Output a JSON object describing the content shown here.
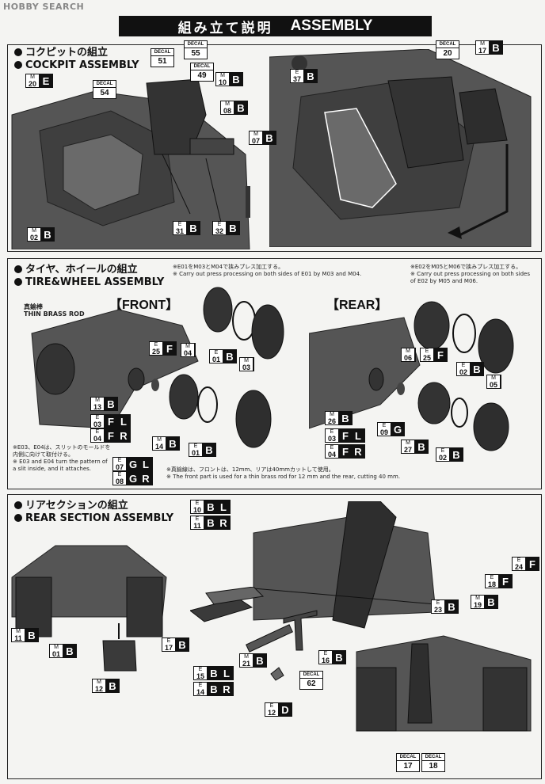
{
  "watermark": "HOBBY SEARCH",
  "header": {
    "title_jp": "組み立て説明",
    "title_en": "ASSEMBLY"
  },
  "cockpit": {
    "title_jp": "コクピットの組立",
    "title_en": "COCKPIT ASSEMBLY",
    "parts": [
      {
        "prefix": "M",
        "num": "20",
        "letter": "E"
      },
      {
        "prefix": "M",
        "num": "10",
        "letter": "B"
      },
      {
        "prefix": "M",
        "num": "08",
        "letter": "B"
      },
      {
        "prefix": "M",
        "num": "07",
        "letter": "B"
      },
      {
        "prefix": "M",
        "num": "02",
        "letter": "B"
      },
      {
        "prefix": "E",
        "num": "31",
        "letter": "B"
      },
      {
        "prefix": "E",
        "num": "32",
        "letter": "B"
      },
      {
        "prefix": "E",
        "num": "37",
        "letter": "B"
      },
      {
        "prefix": "M",
        "num": "17",
        "letter": "B"
      }
    ],
    "decals": [
      {
        "label": "DECAL",
        "num": "51"
      },
      {
        "label": "DECAL",
        "num": "55"
      },
      {
        "label": "DECAL",
        "num": "49"
      },
      {
        "label": "DECAL",
        "num": "54"
      },
      {
        "label": "DECAL",
        "num": "20"
      }
    ]
  },
  "tire": {
    "title_jp": "タイヤ、ホイールの組立",
    "title_en": "TIRE&WHEEL ASSEMBLY",
    "front_label": "【FRONT】",
    "rear_label": "【REAR】",
    "brass_jp": "真鍮棒",
    "brass_en": "THIN BRASS ROD",
    "note_front_jp": "※E01をM03とM04で挟みプレス加工する。",
    "note_front_en": "※ Carry out press processing on both sides of E01 by M03 and M04.",
    "note_rear_jp": "※E02をM05とM06で挟みプレス加工する。",
    "note_rear_en1": "※ Carry out press processing on both sides",
    "note_rear_en2": "of E02 by M05 and M06.",
    "note_slit_jp1": "※E03、E04は、スリットのモールドを",
    "note_slit_jp2": "内側に向けて取付ける。",
    "note_slit_en1": "※ E03 and E04 turn the pattern of",
    "note_slit_en2": "a slit inside, and it attaches.",
    "note_rod_jp": "※真鍮線は、フロントは、12mm、リアは40mmカットして使用。",
    "note_rod_en": "※ The front part is used for a thin brass rod for 12 mm and the rear, cutting 40 mm.",
    "parts": [
      {
        "prefix": "E",
        "num": "25",
        "letter": "F"
      },
      {
        "prefix": "M",
        "num": "04",
        "letter": ""
      },
      {
        "prefix": "E",
        "num": "01",
        "letter": "B"
      },
      {
        "prefix": "M",
        "num": "03",
        "letter": ""
      },
      {
        "prefix": "M",
        "num": "13",
        "letter": "B"
      },
      {
        "prefix": "E",
        "num": "03",
        "letter": "F"
      },
      {
        "prefix": "E",
        "num": "04",
        "letter": "F"
      },
      {
        "prefix": "M",
        "num": "14",
        "letter": "B"
      },
      {
        "prefix": "E",
        "num": "01",
        "letter": "B"
      },
      {
        "prefix": "E",
        "num": "07",
        "letter": "G"
      },
      {
        "prefix": "E",
        "num": "08",
        "letter": "G"
      },
      {
        "prefix": "M",
        "num": "06",
        "letter": ""
      },
      {
        "prefix": "E",
        "num": "25",
        "letter": "F"
      },
      {
        "prefix": "E",
        "num": "02",
        "letter": "B"
      },
      {
        "prefix": "M",
        "num": "05",
        "letter": ""
      },
      {
        "prefix": "M",
        "num": "26",
        "letter": "B"
      },
      {
        "prefix": "E",
        "num": "09",
        "letter": "G"
      },
      {
        "prefix": "E",
        "num": "03",
        "letter": "F"
      },
      {
        "prefix": "E",
        "num": "04",
        "letter": "F"
      },
      {
        "prefix": "M",
        "num": "27",
        "letter": "B"
      },
      {
        "prefix": "E",
        "num": "02",
        "letter": "B"
      }
    ],
    "extra_letters": {
      "l1": "L",
      "r1": "R",
      "l2": "L",
      "r2": "R",
      "l3": "L",
      "r3": "R"
    }
  },
  "rear": {
    "title_jp": "リアセクションの組立",
    "title_en": "REAR SECTION ASSEMBLY",
    "parts": [
      {
        "prefix": "E",
        "num": "10",
        "letter": "B"
      },
      {
        "prefix": "E",
        "num": "11",
        "letter": "B"
      },
      {
        "prefix": "M",
        "num": "11",
        "letter": "B"
      },
      {
        "prefix": "M",
        "num": "01",
        "letter": "B"
      },
      {
        "prefix": "M",
        "num": "12",
        "letter": "B"
      },
      {
        "prefix": "E",
        "num": "17",
        "letter": "B"
      },
      {
        "prefix": "M",
        "num": "21",
        "letter": "B"
      },
      {
        "prefix": "E",
        "num": "16",
        "letter": "B"
      },
      {
        "prefix": "E",
        "num": "15",
        "letter": "B"
      },
      {
        "prefix": "E",
        "num": "14",
        "letter": "B"
      },
      {
        "prefix": "E",
        "num": "12",
        "letter": "D"
      },
      {
        "prefix": "E",
        "num": "23",
        "letter": "B"
      },
      {
        "prefix": "M",
        "num": "19",
        "letter": "B"
      },
      {
        "prefix": "E",
        "num": "18",
        "letter": "F"
      },
      {
        "prefix": "E",
        "num": "24",
        "letter": "F"
      }
    ],
    "extra_letters": {
      "l1": "L",
      "r1": "R",
      "l2": "L",
      "r2": "R"
    },
    "decals": [
      {
        "label": "DECAL",
        "num": "62"
      },
      {
        "label": "DECAL",
        "num": "17"
      },
      {
        "label": "DECAL",
        "num": "18"
      }
    ]
  },
  "colors": {
    "part_dark": "#3a3a3a",
    "part_mid": "#5a5a5a",
    "part_light": "#7a7a7a",
    "ink": "#111111"
  }
}
